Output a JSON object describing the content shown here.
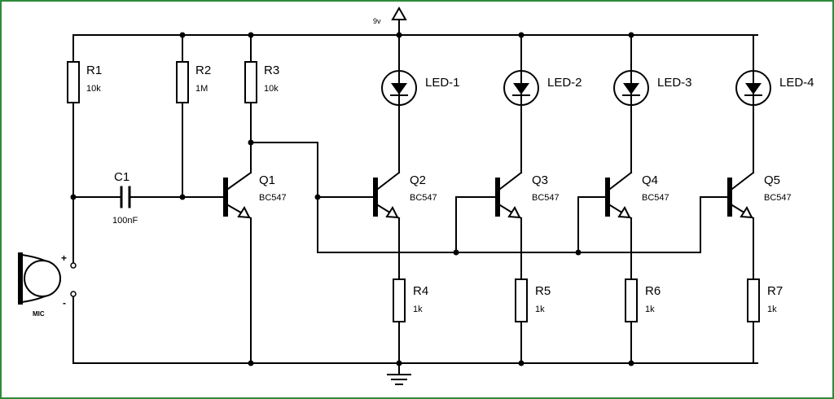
{
  "supply": {
    "label": "9v"
  },
  "microphone": {
    "label": "MIC",
    "plus": "+",
    "minus": "-"
  },
  "capacitor": {
    "name": "C1",
    "value": "100nF"
  },
  "resistors": {
    "R1": {
      "name": "R1",
      "value": "10k"
    },
    "R2": {
      "name": "R2",
      "value": "1M"
    },
    "R3": {
      "name": "R3",
      "value": "10k"
    },
    "R4": {
      "name": "R4",
      "value": "1k"
    },
    "R5": {
      "name": "R5",
      "value": "1k"
    },
    "R6": {
      "name": "R6",
      "value": "1k"
    },
    "R7": {
      "name": "R7",
      "value": "1k"
    }
  },
  "transistors": {
    "Q1": {
      "name": "Q1",
      "part": "BC547"
    },
    "Q2": {
      "name": "Q2",
      "part": "BC547"
    },
    "Q3": {
      "name": "Q3",
      "part": "BC547"
    },
    "Q4": {
      "name": "Q4",
      "part": "BC547"
    },
    "Q5": {
      "name": "Q5",
      "part": "BC547"
    }
  },
  "leds": {
    "LED1": {
      "name": "LED-1"
    },
    "LED2": {
      "name": "LED-2"
    },
    "LED3": {
      "name": "LED-3"
    },
    "LED4": {
      "name": "LED-4"
    }
  }
}
